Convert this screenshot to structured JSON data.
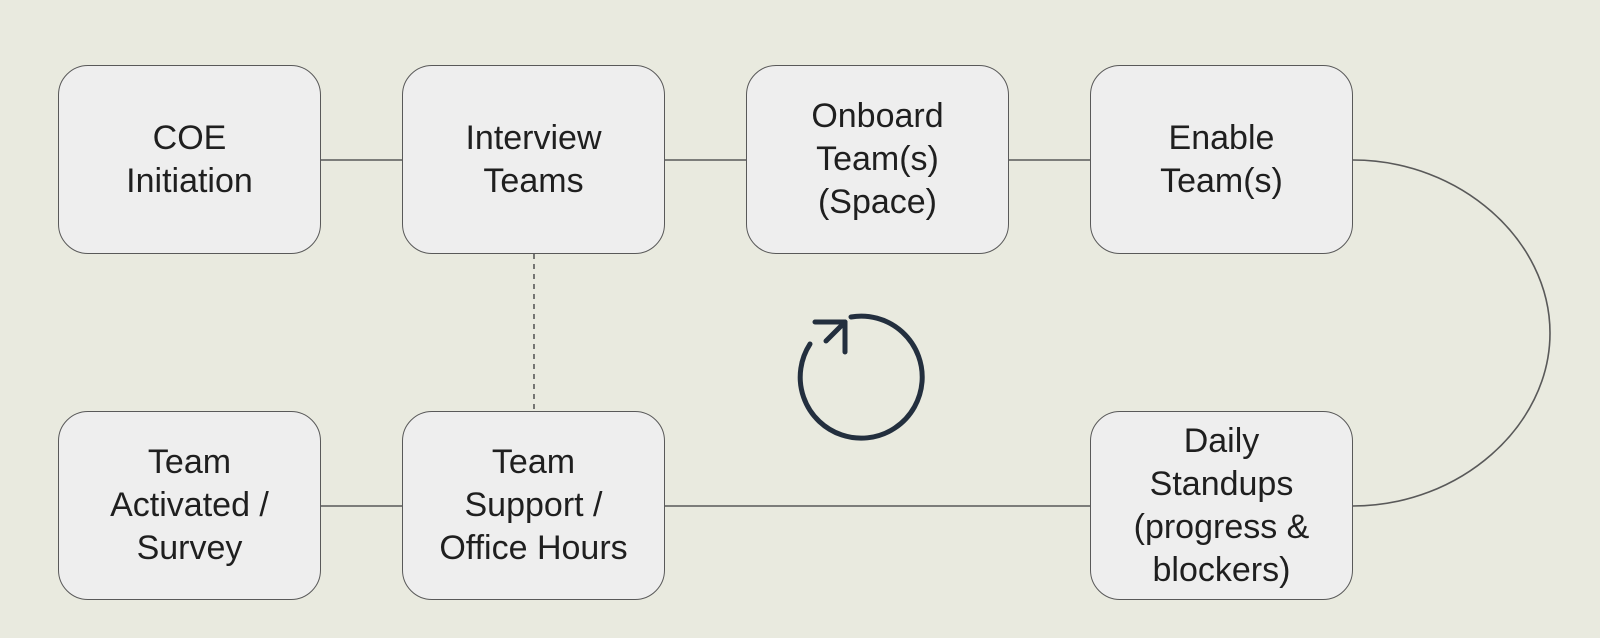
{
  "diagram": {
    "nodes": [
      {
        "id": "coe",
        "label": "COE\nInitiation"
      },
      {
        "id": "interview",
        "label": "Interview\nTeams"
      },
      {
        "id": "onboard",
        "label": "Onboard\nTeam(s)\n(Space)"
      },
      {
        "id": "enable",
        "label": "Enable\nTeam(s)"
      },
      {
        "id": "activated",
        "label": "Team\nActivated /\nSurvey"
      },
      {
        "id": "support",
        "label": "Team\nSupport /\nOffice Hours"
      },
      {
        "id": "standups",
        "label": "Daily\nStandups\n(progress &\nblockers)"
      }
    ],
    "connections": [
      {
        "from": "coe",
        "to": "interview",
        "style": "solid"
      },
      {
        "from": "interview",
        "to": "onboard",
        "style": "solid"
      },
      {
        "from": "onboard",
        "to": "enable",
        "style": "solid"
      },
      {
        "from": "enable",
        "to": "standups",
        "style": "solid-curved"
      },
      {
        "from": "standups",
        "to": "support",
        "style": "solid"
      },
      {
        "from": "support",
        "to": "activated",
        "style": "solid"
      },
      {
        "from": "interview",
        "to": "support",
        "style": "dashed"
      }
    ],
    "center_icon": "refresh-cycle-icon",
    "colors": {
      "background": "#e9eadf",
      "node_fill": "#eeeeee",
      "node_border": "#595959",
      "connector": "#595959",
      "icon": "#232f3e",
      "text": "#1f1f1f"
    }
  }
}
